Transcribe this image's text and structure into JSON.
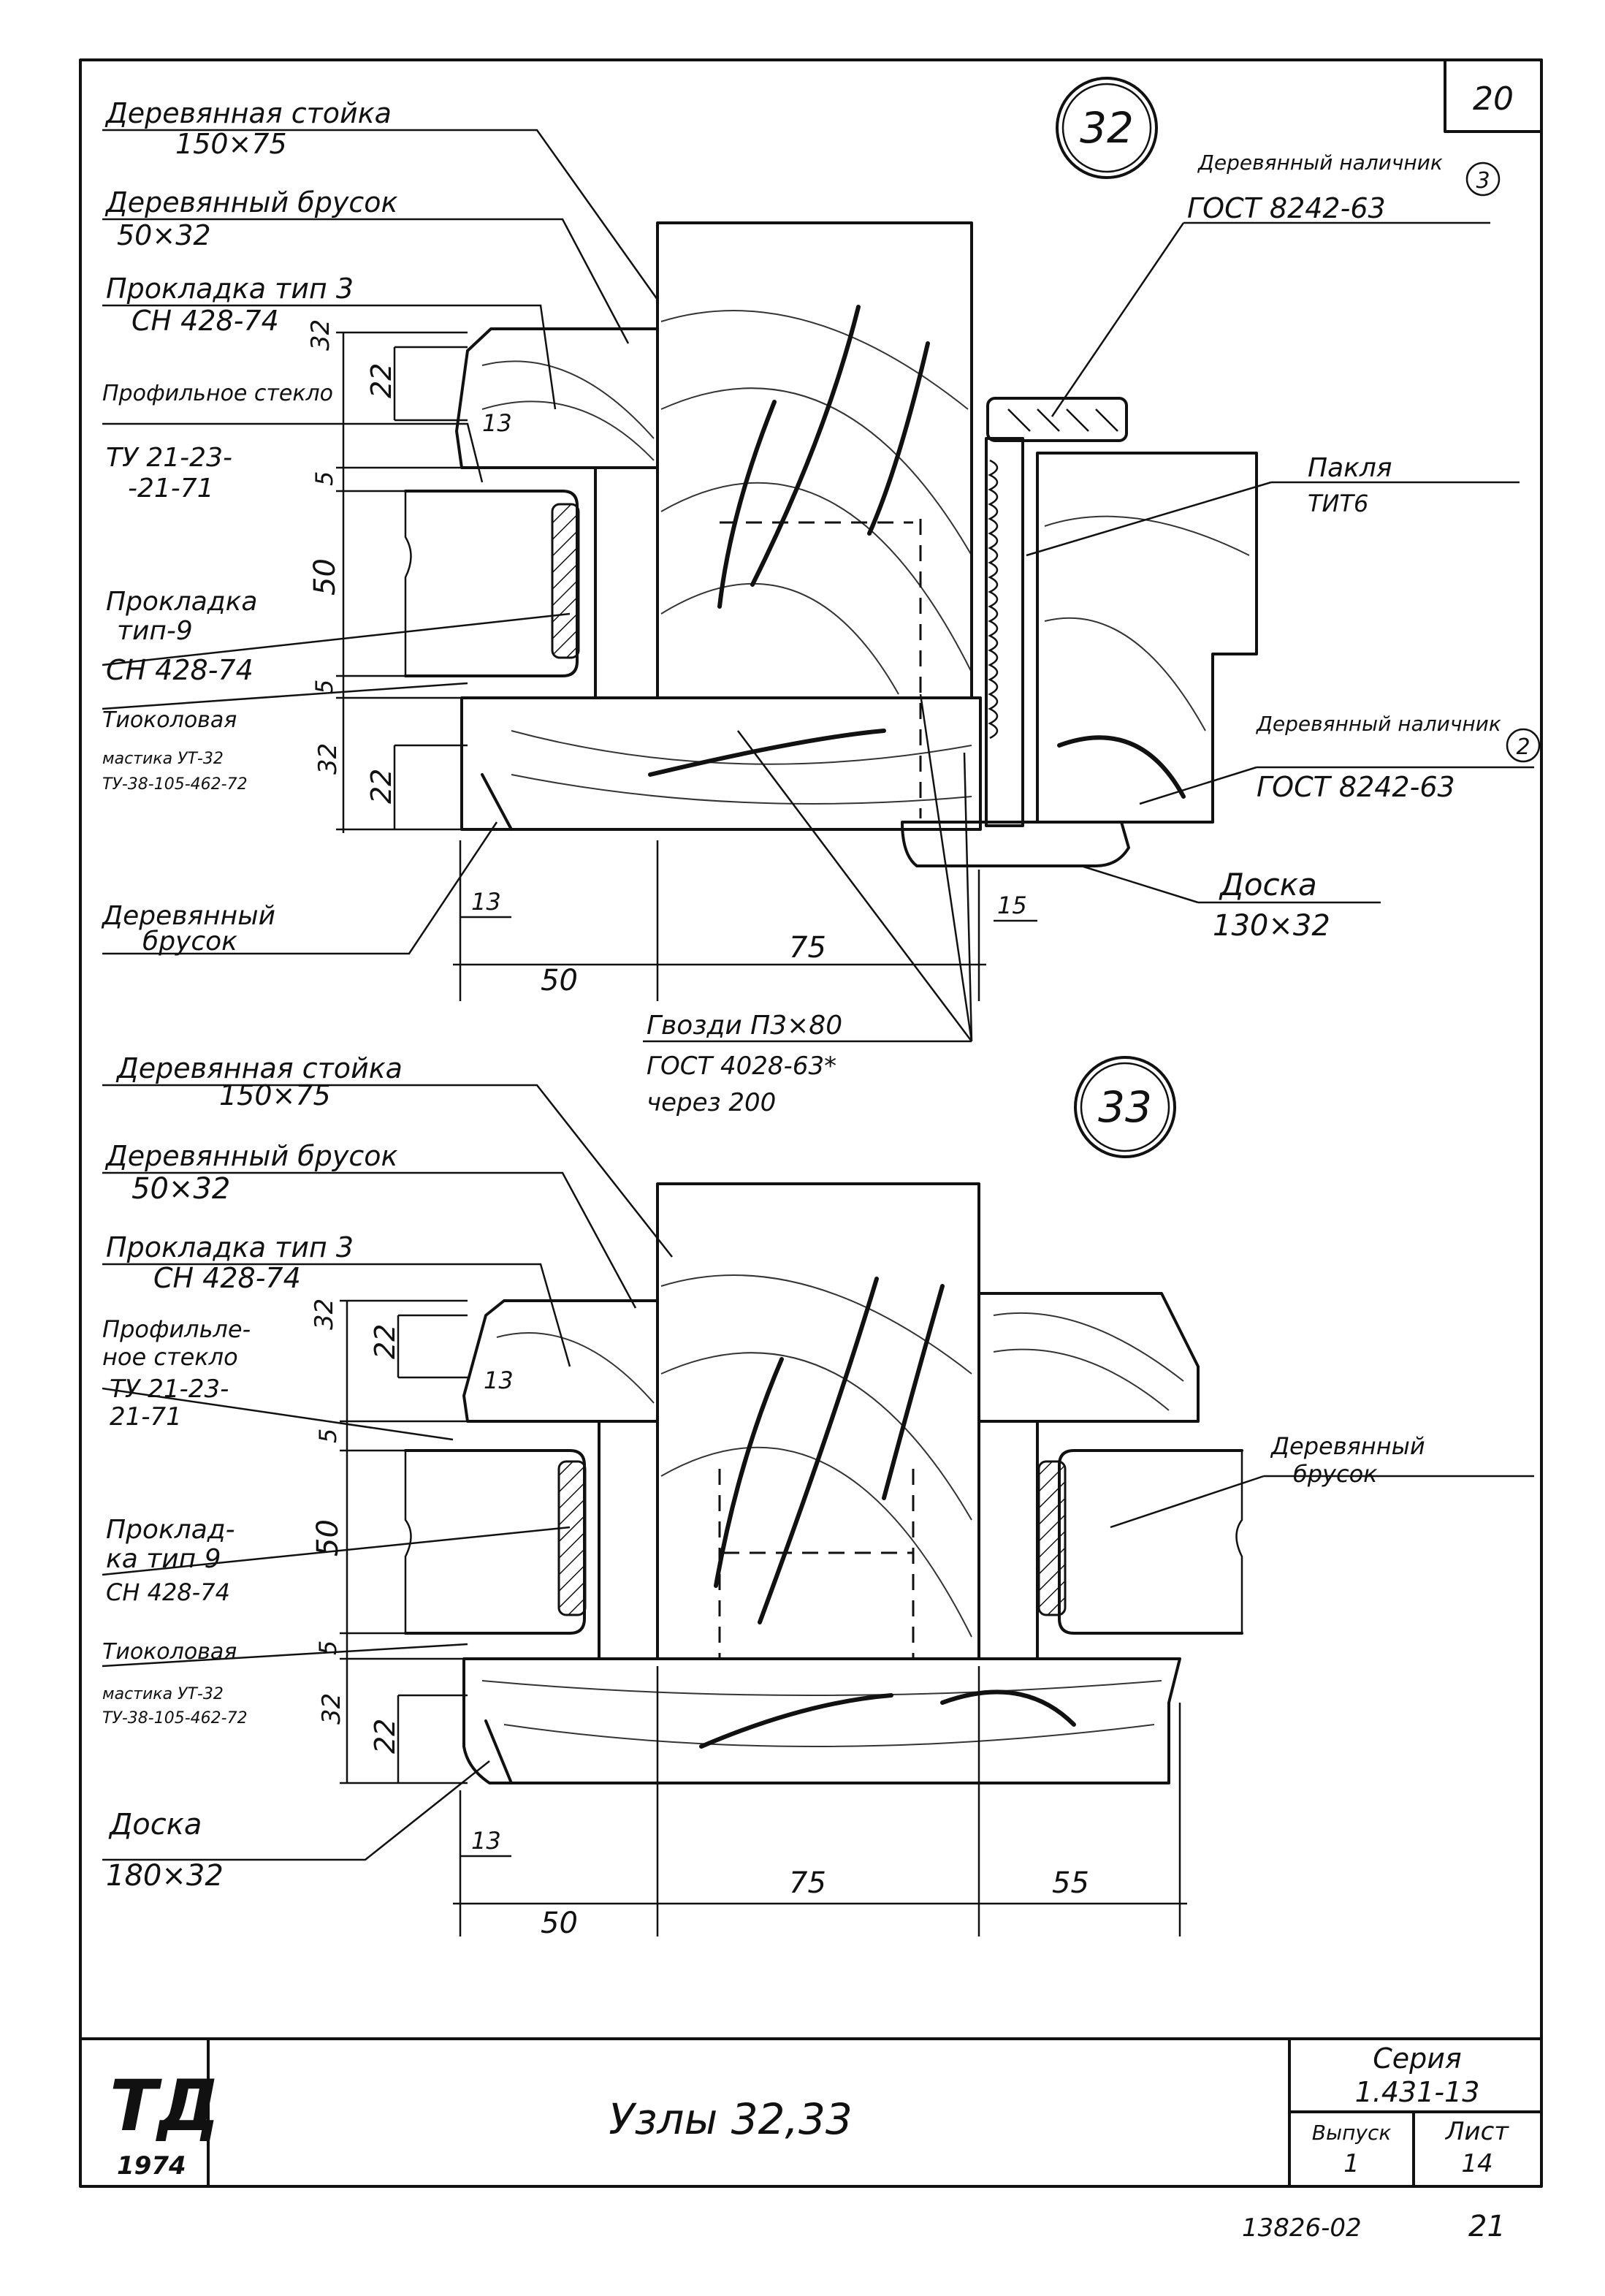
{
  "sheet": {
    "page_number": "20",
    "bottom_code": "13826-02",
    "bottom_number": "21"
  },
  "node32": {
    "marker": "32",
    "labels": {
      "post": "Деревянная стойка",
      "post_size": "150×75",
      "bar": "Деревянный брусок",
      "bar_size": "50×32",
      "gasket3": "Прокладка тип 3",
      "gasket3_std": "СН 428-74",
      "glass": "Профильное стекло",
      "glass_std1": "ТУ 21-23-",
      "glass_std2": "-21-71",
      "gasket9_1": "Прокладка",
      "gasket9_2": "тип-9",
      "gasket9_std": "СН 428-74",
      "mastic": "Тиоколовая",
      "mastic2": "мастика УТ-32",
      "mastic_std": "ТУ-38-105-462-72",
      "bar_bottom1": "Деревянный",
      "bar_bottom2": "брусок",
      "trim3": "Деревянный наличник",
      "trim3_no": "3",
      "trim3_std": "ГОСТ 8242-63",
      "tow": "Пакля",
      "tow_std": "ТИТ6",
      "trim2": "Деревянный наличник",
      "trim2_no": "2",
      "trim2_std": "ГОСТ 8242-63",
      "board": "Доска",
      "board_size": "130×32",
      "nails": "Гвозди П3×80",
      "nails_std": "ГОСТ 4028-63*",
      "nails_step": "через 200"
    },
    "dims": {
      "v32": "32",
      "v22": "22",
      "v5a": "5",
      "v50": "50",
      "v5b": "5",
      "v32b": "32",
      "v22b": "22",
      "h13a": "13",
      "h13b": "13",
      "h15": "15",
      "h50": "50",
      "h75": "75"
    }
  },
  "node33": {
    "marker": "33",
    "labels": {
      "post": "Деревянная стойка",
      "post_size": "150×75",
      "bar": "Деревянный брусок",
      "bar_size": "50×32",
      "gasket3": "Прокладка тип 3",
      "gasket3_std": "СН 428-74",
      "glass1": "Профильле-",
      "glass2": "ное стекло",
      "glass_std1": "ТУ 21-23-",
      "glass_std2": "21-71",
      "gasket9_1": "Проклад-",
      "gasket9_2": "ка тип 9",
      "gasket9_std": "СН 428-74",
      "mastic": "Тиоколовая",
      "mastic2": "мастика УТ-32",
      "mastic_std": "ТУ-38-105-462-72",
      "board": "Доска",
      "board_size": "180×32",
      "bar_right1": "Деревянный",
      "bar_right2": "брусок"
    },
    "dims": {
      "v32": "32",
      "v22": "22",
      "v5a": "5",
      "v50": "50",
      "v5b": "5",
      "v32b": "32",
      "v22b": "22",
      "h13a": "13",
      "h13b": "13",
      "h50": "50",
      "h75": "75",
      "h55": "55"
    }
  },
  "title_block": {
    "logo": "ТД",
    "year": "1974",
    "title": "Узлы 32,33",
    "series_label": "Серия",
    "series_value": "1.431-13",
    "issue_label": "Выпуск",
    "issue_value": "1",
    "sheet_label": "Лист",
    "sheet_value": "14"
  }
}
